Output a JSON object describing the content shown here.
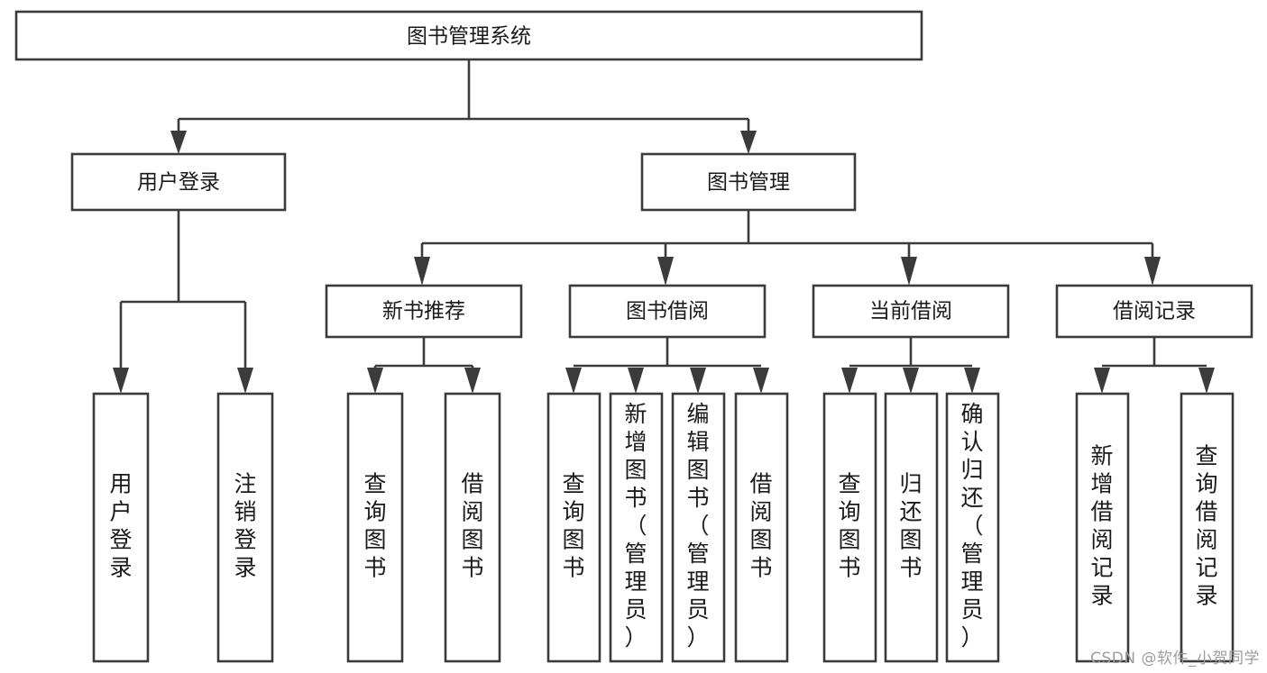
{
  "diagram": {
    "type": "tree-hierarchy-chart",
    "title": "图书管理系统",
    "watermark": "CSDN @软件_小贺同学",
    "colors": {
      "stroke": "#3b3b3b",
      "fill": "#ffffff",
      "text": "#1a1a1a",
      "watermark": "#9d9d9d"
    },
    "root": {
      "label": "图书管理系统",
      "orientation": "horizontal"
    },
    "level2": [
      {
        "label": "用户登录",
        "orientation": "horizontal"
      },
      {
        "label": "图书管理",
        "orientation": "horizontal"
      }
    ],
    "level3": [
      {
        "label": "新书推荐",
        "orientation": "horizontal",
        "parent": "图书管理"
      },
      {
        "label": "图书借阅",
        "orientation": "horizontal",
        "parent": "图书管理"
      },
      {
        "label": "当前借阅",
        "orientation": "horizontal",
        "parent": "图书管理"
      },
      {
        "label": "借阅记录",
        "orientation": "horizontal",
        "parent": "图书管理"
      }
    ],
    "leaves": {
      "用户登录": [
        {
          "label": "用户登录",
          "orientation": "vertical"
        },
        {
          "label": "注销登录",
          "orientation": "vertical"
        }
      ],
      "新书推荐": [
        {
          "label": "查询图书",
          "orientation": "vertical"
        },
        {
          "label": "借阅图书",
          "orientation": "vertical"
        }
      ],
      "图书借阅": [
        {
          "label": "查询图书",
          "orientation": "vertical"
        },
        {
          "label": "新增图书（管理员）",
          "orientation": "vertical"
        },
        {
          "label": "编辑图书（管理员）",
          "orientation": "vertical"
        },
        {
          "label": "借阅图书",
          "orientation": "vertical"
        }
      ],
      "当前借阅": [
        {
          "label": "查询图书",
          "orientation": "vertical"
        },
        {
          "label": "归还图书",
          "orientation": "vertical"
        },
        {
          "label": "确认归还（管理员）",
          "orientation": "vertical"
        }
      ],
      "借阅记录": [
        {
          "label": "新增借阅记录",
          "orientation": "vertical"
        },
        {
          "label": "查询借阅记录",
          "orientation": "vertical"
        }
      ]
    }
  }
}
